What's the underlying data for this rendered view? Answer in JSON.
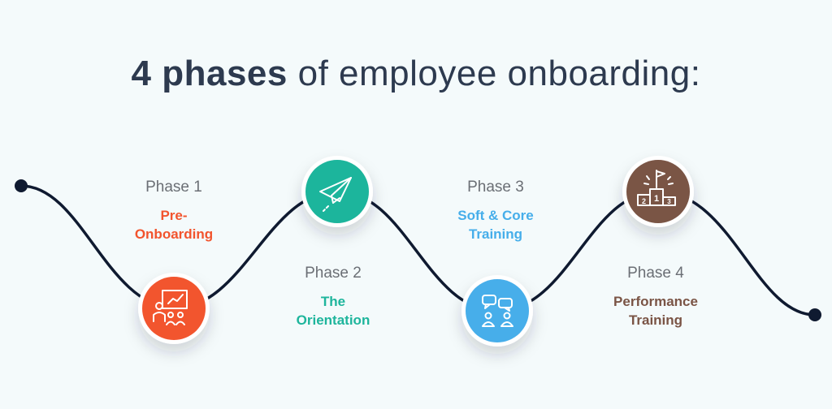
{
  "title": {
    "bold": "4 phases",
    "rest": "of employee onboarding:"
  },
  "phases": [
    {
      "label": "Phase 1",
      "name_line1": "Pre-",
      "name_line2": "Onboarding",
      "color": "#f2542d",
      "icon": "presentation-icon"
    },
    {
      "label": "Phase 2",
      "name_line1": "The",
      "name_line2": "Orientation",
      "color": "#1eb59c",
      "icon": "paper-plane-icon"
    },
    {
      "label": "Phase 3",
      "name_line1": "Soft & Core",
      "name_line2": "Training",
      "color": "#46aeea",
      "icon": "chat-people-icon"
    },
    {
      "label": "Phase 4",
      "name_line1": "Performance",
      "name_line2": "Training",
      "color": "#7a5445",
      "icon": "podium-icon"
    }
  ],
  "colors": {
    "line": "#0f1a30",
    "background": "#f4fafb",
    "title": "#2d3a4f",
    "label": "#6b6f75"
  },
  "podium_numbers": [
    "2",
    "1",
    "3"
  ]
}
